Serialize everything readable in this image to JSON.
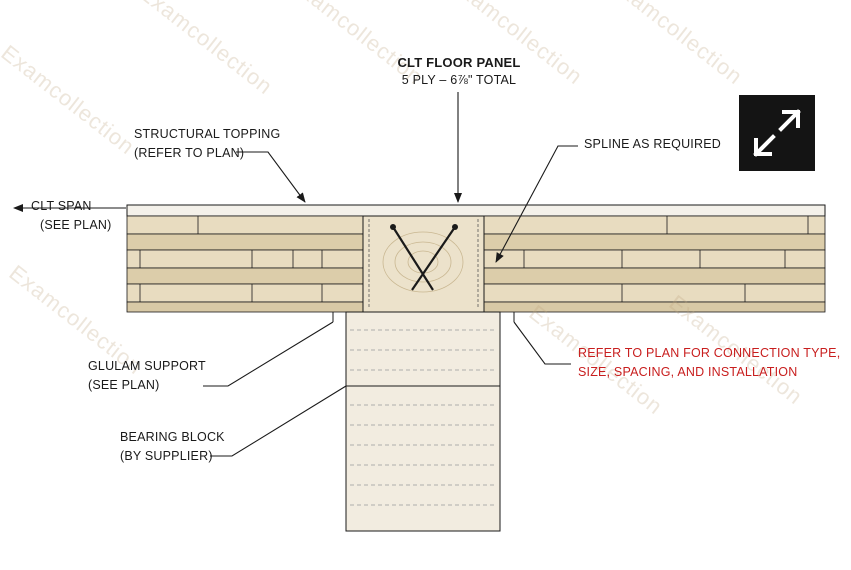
{
  "watermark": {
    "text": "Examcollection"
  },
  "title": {
    "main": "CLT FLOOR PANEL",
    "sub": "5 PLY – 6⅞\" TOTAL"
  },
  "labels": {
    "topping": [
      "STRUCTURAL TOPPING",
      "(REFER TO PLAN)"
    ],
    "span": [
      "CLT SPAN",
      "(SEE PLAN)"
    ],
    "spline": "SPLINE AS REQUIRED",
    "glulam": [
      "GLULAM SUPPORT",
      "(SEE PLAN)"
    ],
    "bearing": [
      "BEARING BLOCK",
      "(BY SUPPLIER)"
    ],
    "connection": [
      "REFER TO PLAN FOR CONNECTION TYPE,",
      "SIZE, SPACING, AND INSTALLATION"
    ]
  },
  "colors": {
    "wood": "#e8dcc0",
    "wood_dark": "#d8c9a6",
    "line": "#1a1a1a",
    "note_red": "#c81e1e",
    "icon_bg": "#141414"
  },
  "icons": {
    "expand": "expand-arrows-icon"
  }
}
